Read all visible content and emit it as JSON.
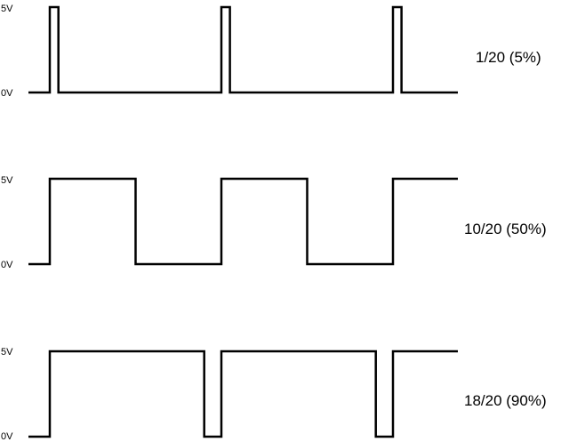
{
  "diagram": {
    "high_label": "5V",
    "low_label": "0V",
    "period": 20,
    "periods_shown": 2.5,
    "waveforms": [
      {
        "label": "1/20 (5%)",
        "high_units": 1
      },
      {
        "label": "10/20 (50%)",
        "high_units": 10
      },
      {
        "label": "18/20 (90%)",
        "high_units": 18
      }
    ]
  }
}
